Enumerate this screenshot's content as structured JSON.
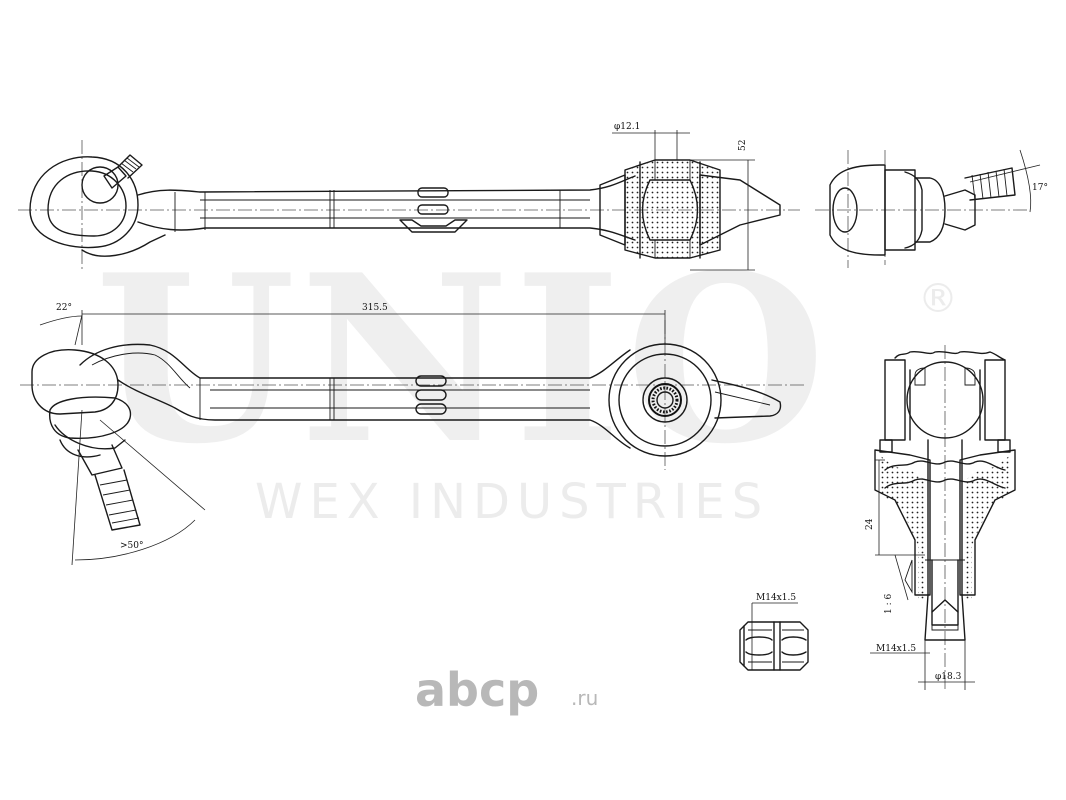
{
  "watermark": {
    "brand": "UNIO",
    "registered_mark": "®",
    "tagline": "WEX INDUSTRIES"
  },
  "site_logo": {
    "name": "abcp",
    "tld": ".ru"
  },
  "dimensions": {
    "bushing_diameter": "φ12.1",
    "bushing_height": "52",
    "ball_pin_angle": "17°",
    "pin_tilt_angle": "22°",
    "arm_length": "315.5",
    "ball_swing_angle": ">50°",
    "nut_thread": "M14x1.5",
    "joint_height": "24",
    "taper": "1 : 6",
    "stud_thread": "M14x1.5",
    "stud_diameter": "φ18.3"
  }
}
